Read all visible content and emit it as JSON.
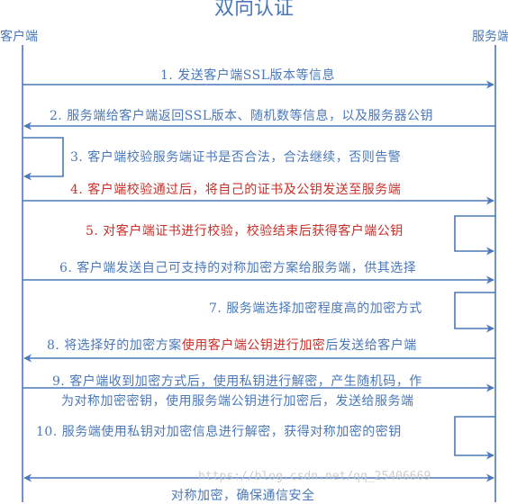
{
  "title": "双向认证",
  "actors": {
    "client": "客户端",
    "server": "服务端"
  },
  "steps": [
    {
      "text": "1. 发送客户端SSL版本等信息"
    },
    {
      "text": "2. 服务端给客户端返回SSL版本、随机数等信息，以及服务器公钥"
    },
    {
      "text": "3. 客户端校验服务端证书是否合法，合法继续，否则告警"
    },
    {
      "text": "4. 客户端校验通过后，将自己的证书及公钥发送至服务端"
    },
    {
      "text": "5. 对客户端证书进行校验，校验结束后获得客户端公钥"
    },
    {
      "text": "6. 客户端发送自己可支持的对称加密方案给服务端，供其选择"
    },
    {
      "text": "7. 服务端选择加密程度高的加密方式"
    },
    {
      "prefix": "8. 将选择好的加密方案",
      "highlight": "使用客户端公钥进行加密",
      "suffix": "后发送给客户端"
    },
    {
      "line1": "9. 客户端收到加密方式后，使用私钥进行解密，产生随机码，作",
      "line2": "为对称加密密钥，使用服务端公钥进行加密后，发送给服务端"
    },
    {
      "text": "10. 服务端使用私钥对加密信息进行解密，获得对称加密的密钥"
    },
    {
      "text": "对称加密，确保通信安全"
    }
  ],
  "watermark": "https://blog.csdn.net/qq_25406669",
  "colors": {
    "blue": "#4a78b8",
    "red": "#c8302a"
  }
}
